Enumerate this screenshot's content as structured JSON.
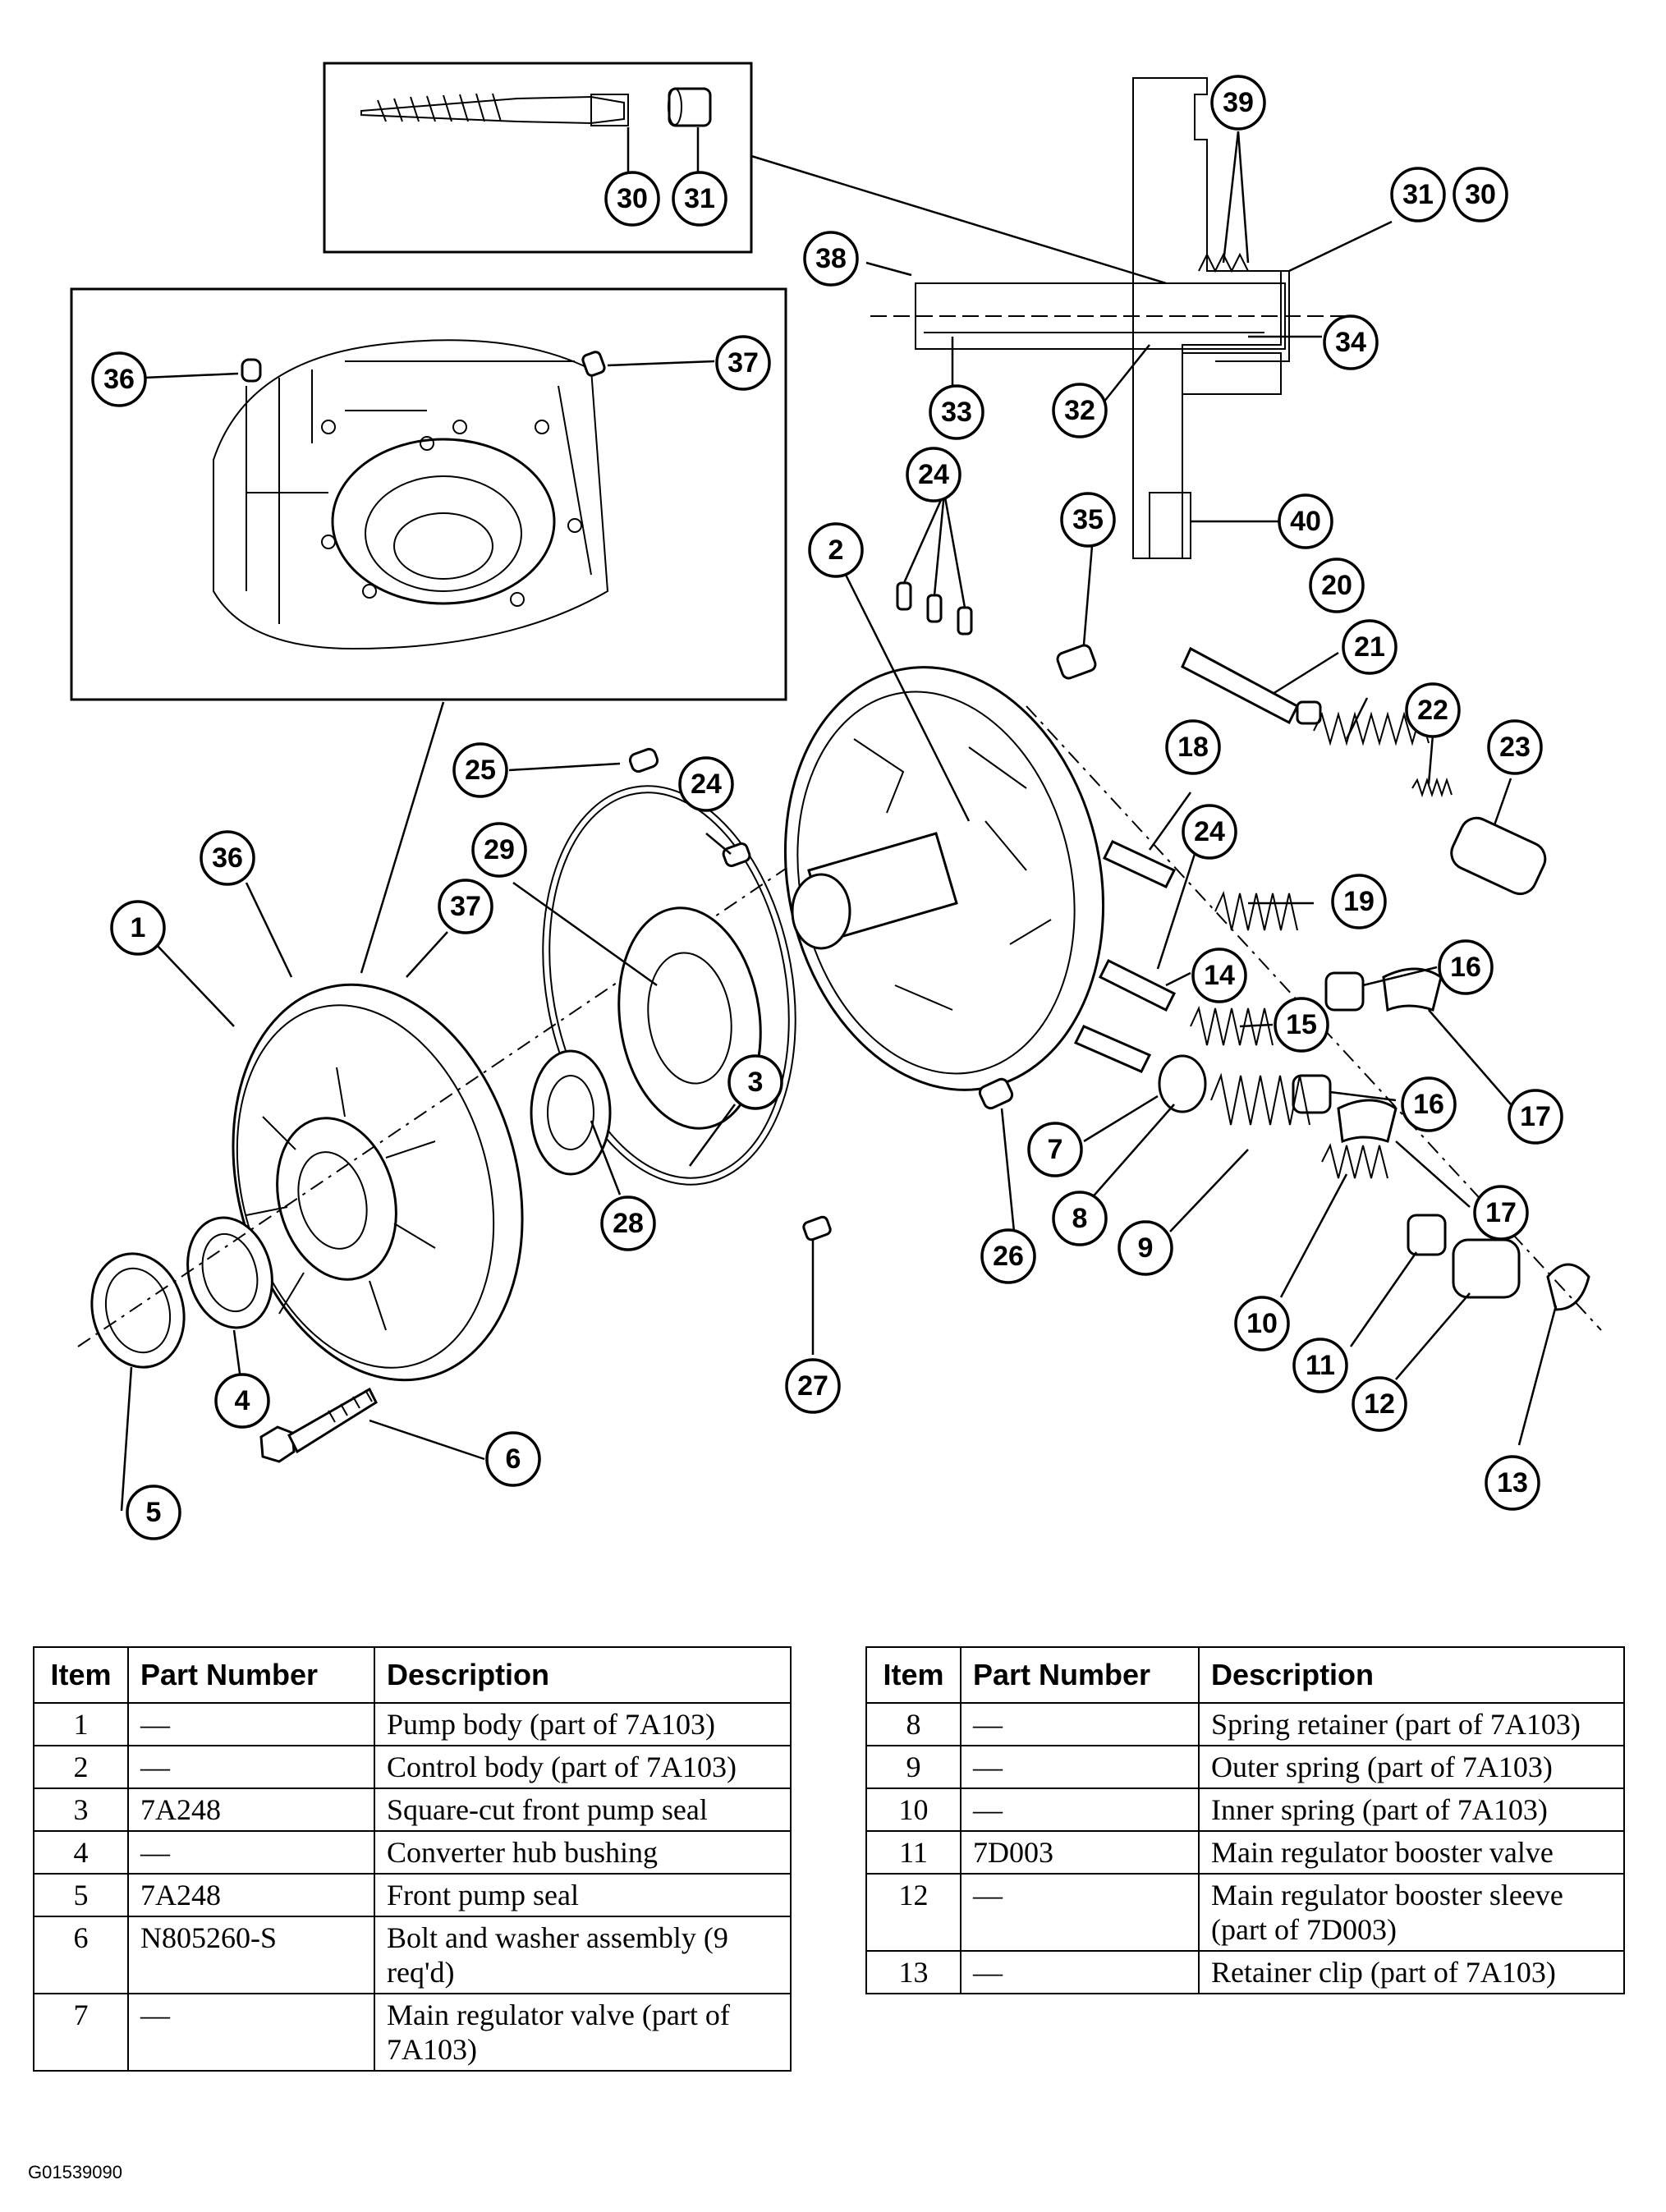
{
  "figure_id": "G01539090",
  "callouts": [
    "1",
    "2",
    "3",
    "4",
    "5",
    "6",
    "7",
    "8",
    "9",
    "10",
    "11",
    "12",
    "13",
    "14",
    "15",
    "16",
    "16",
    "17",
    "17",
    "18",
    "19",
    "20",
    "21",
    "22",
    "23",
    "24",
    "24",
    "24",
    "25",
    "26",
    "27",
    "28",
    "29",
    "30",
    "30",
    "31",
    "31",
    "32",
    "33",
    "34",
    "35",
    "36",
    "36",
    "37",
    "37",
    "38",
    "39",
    "40"
  ],
  "tables": {
    "headers": {
      "item": "Item",
      "part_number": "Part Number",
      "description": "Description"
    },
    "left": [
      {
        "item": "1",
        "part": "—",
        "desc": "Pump body (part of 7A103)"
      },
      {
        "item": "2",
        "part": "—",
        "desc": "Control body (part of 7A103)"
      },
      {
        "item": "3",
        "part": "7A248",
        "desc": "Square-cut front pump seal"
      },
      {
        "item": "4",
        "part": "—",
        "desc": "Converter hub bushing"
      },
      {
        "item": "5",
        "part": "7A248",
        "desc": "Front pump seal"
      },
      {
        "item": "6",
        "part": "N805260-S",
        "desc": "Bolt and washer assembly (9 req'd)"
      },
      {
        "item": "7",
        "part": "—",
        "desc": "Main regulator valve (part of 7A103)"
      }
    ],
    "right": [
      {
        "item": "8",
        "part": "—",
        "desc": "Spring retainer (part of 7A103)"
      },
      {
        "item": "9",
        "part": "—",
        "desc": "Outer spring (part of 7A103)"
      },
      {
        "item": "10",
        "part": "—",
        "desc": "Inner spring (part of 7A103)"
      },
      {
        "item": "11",
        "part": "7D003",
        "desc": "Main regulator booster valve"
      },
      {
        "item": "12",
        "part": "—",
        "desc": "Main regulator booster sleeve (part of 7D003)"
      },
      {
        "item": "13",
        "part": "—",
        "desc": "Retainer clip (part of 7A103)"
      }
    ]
  }
}
